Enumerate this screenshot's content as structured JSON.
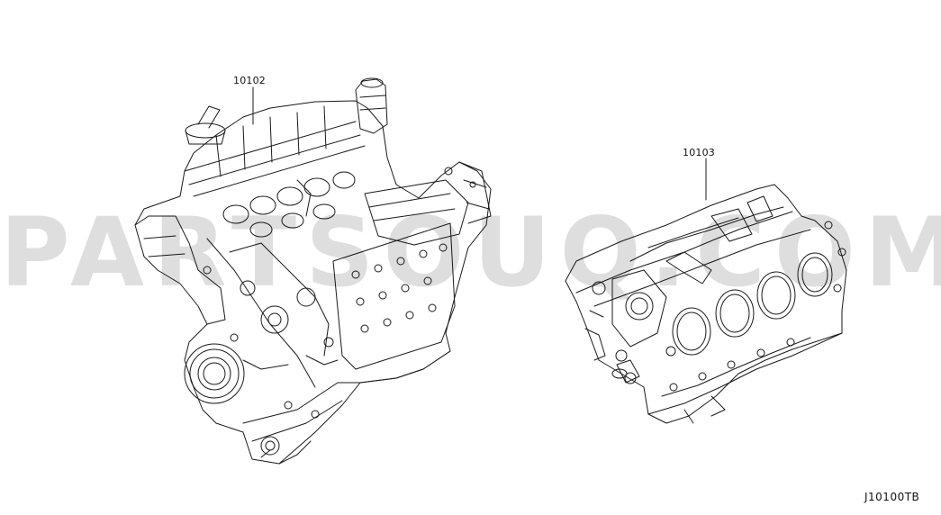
{
  "callouts": {
    "complete_engine": "10102",
    "short_engine_block": "10103"
  },
  "diagram_code": "J10100TB",
  "watermark": "PARTSOUQ.COM",
  "colors": {
    "line": "#1a1a1a",
    "background": "#ffffff",
    "watermark": "rgba(0,0,0,0.13)"
  }
}
